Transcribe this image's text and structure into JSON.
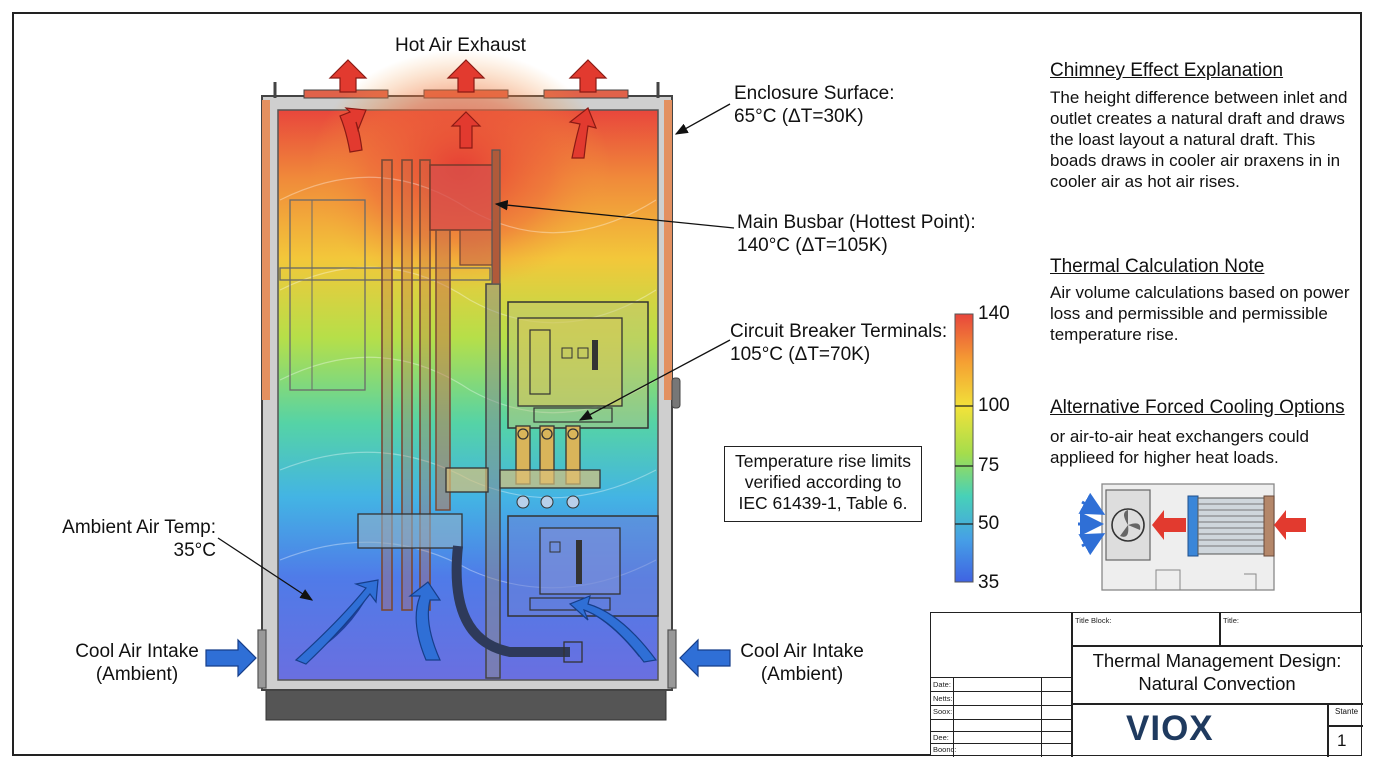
{
  "labels": {
    "hot_air_exhaust": "Hot Air Exhaust",
    "enclosure_surface": [
      "Enclosure Surface:",
      "65°C (ΔT=30K)"
    ],
    "main_busbar": [
      "Main Busbar (Hottest Point):",
      "140°C (ΔT=105K)"
    ],
    "circuit_breaker": [
      "Circuit Breaker Terminals:",
      "105°C (ΔT=70K)"
    ],
    "ambient_air": [
      "Ambient Air Temp:",
      "35°C"
    ],
    "cool_air_left": [
      "Cool Air Intake",
      "(Ambient)"
    ],
    "cool_air_right": [
      "Cool Air Intake",
      "(Ambient)"
    ],
    "standard_note": [
      "Temperature rise limits",
      "verified according to",
      "IEC 61439-1, Table 6."
    ]
  },
  "color_scale": {
    "ticks": [
      "140",
      "100",
      "75",
      "50",
      "35"
    ],
    "colors": [
      "#e8463c",
      "#f5a033",
      "#f1e23a",
      "#a5dd4c",
      "#47d1b8",
      "#46a0e6",
      "#3f63e2"
    ]
  },
  "notes": [
    {
      "title": "Chimney Effect Explanation",
      "body": "The height difference between inlet and outlet creates a natural draft and draws the loast layout a natural draft. This boads draws in cooler air ɒraxens in in cooler air as hot air rises."
    },
    {
      "title": "Thermal Calculation Note",
      "body": "Air volume calculations based on power loss and permissible and permissible temperature rise."
    },
    {
      "title": "Alternative Forced Cooling Options",
      "body": "or air-to-air heat exchangers could applieed for higher heat loads."
    }
  ],
  "title_block": {
    "title_block_label": "Title Block:",
    "title_label": "Title:",
    "title": [
      "Thermal Management Design:",
      "Natural Convection"
    ],
    "logo": "VIOX",
    "sheet_label": "Stante",
    "sheet_number": "1",
    "fields": [
      "Date:",
      "Netts:",
      "Soox:",
      "Dee:",
      "Boonc:"
    ]
  }
}
